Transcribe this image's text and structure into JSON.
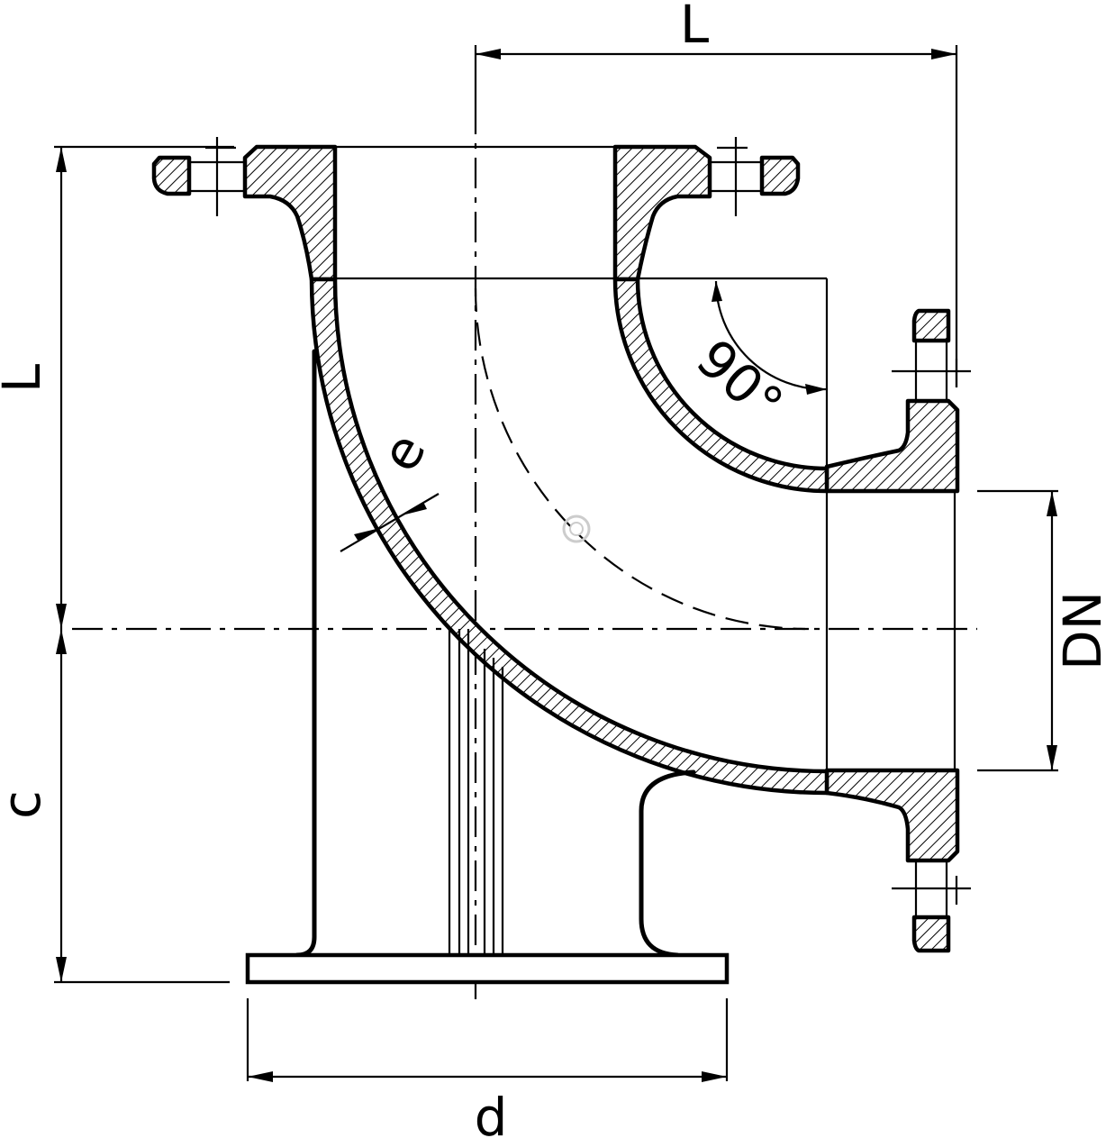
{
  "labels": {
    "length_top": "L",
    "length_left": "L",
    "wall_thickness": "e",
    "angle": "90°",
    "nominal_diameter": "DN",
    "support_height": "c",
    "base_width": "d"
  },
  "colors": {
    "ink": "#000000",
    "background": "#ffffff",
    "watermark": "#cccccc"
  }
}
